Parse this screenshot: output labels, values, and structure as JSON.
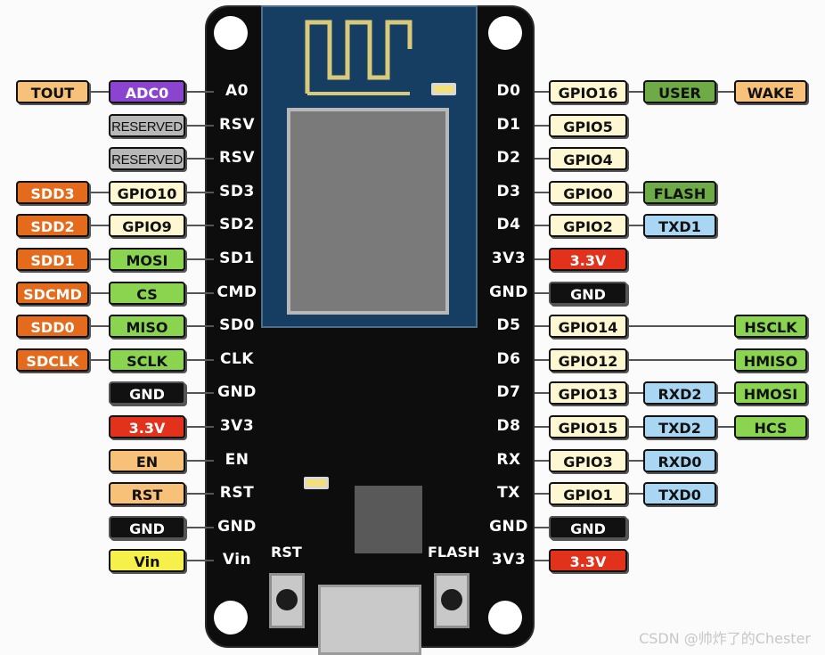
{
  "colors": {
    "board": "#0d0d0d",
    "module": "#163e62",
    "peach": "#f7c17a",
    "purple": "#8b44d0",
    "gray": "#b8b8b8",
    "orange": "#e46a1c",
    "cream": "#fdf8d2",
    "green_bright": "#8bd44f",
    "green_dark": "#6eaa45",
    "black": "#111111",
    "red": "#e2321c",
    "yellow": "#f5f04a",
    "blue_light": "#a9d6f2"
  },
  "board": {
    "rst_button_label": "RST",
    "flash_button_label": "FLASH"
  },
  "left_pins": [
    {
      "board": "A0",
      "tags": [
        {
          "text": "TOUT",
          "color": "peach"
        },
        {
          "text": "ADC0",
          "color": "purple"
        }
      ]
    },
    {
      "board": "RSV",
      "tags": [
        {
          "text": "RESERVED",
          "color": "gray"
        }
      ]
    },
    {
      "board": "RSV",
      "tags": [
        {
          "text": "RESERVED",
          "color": "gray"
        }
      ]
    },
    {
      "board": "SD3",
      "tags": [
        {
          "text": "SDD3",
          "color": "orange"
        },
        {
          "text": "GPIO10",
          "color": "cream"
        }
      ]
    },
    {
      "board": "SD2",
      "tags": [
        {
          "text": "SDD2",
          "color": "orange"
        },
        {
          "text": "GPIO9",
          "color": "cream"
        }
      ]
    },
    {
      "board": "SD1",
      "tags": [
        {
          "text": "SDD1",
          "color": "orange"
        },
        {
          "text": "MOSI",
          "color": "green_bright"
        }
      ]
    },
    {
      "board": "CMD",
      "tags": [
        {
          "text": "SDCMD",
          "color": "orange"
        },
        {
          "text": "CS",
          "color": "green_bright"
        }
      ]
    },
    {
      "board": "SD0",
      "tags": [
        {
          "text": "SDD0",
          "color": "orange"
        },
        {
          "text": "MISO",
          "color": "green_bright"
        }
      ]
    },
    {
      "board": "CLK",
      "tags": [
        {
          "text": "SDCLK",
          "color": "orange"
        },
        {
          "text": "SCLK",
          "color": "green_bright"
        }
      ]
    },
    {
      "board": "GND",
      "tags": [
        {
          "text": "GND",
          "color": "black"
        }
      ]
    },
    {
      "board": "3V3",
      "tags": [
        {
          "text": "3.3V",
          "color": "red"
        }
      ]
    },
    {
      "board": "EN",
      "tags": [
        {
          "text": "EN",
          "color": "peach"
        }
      ]
    },
    {
      "board": "RST",
      "tags": [
        {
          "text": "RST",
          "color": "peach"
        }
      ]
    },
    {
      "board": "GND",
      "tags": [
        {
          "text": "GND",
          "color": "black"
        }
      ]
    },
    {
      "board": "Vin",
      "tags": [
        {
          "text": "Vin",
          "color": "yellow"
        }
      ]
    }
  ],
  "right_pins": [
    {
      "board": "D0",
      "tags": [
        {
          "text": "GPIO16",
          "color": "cream"
        },
        {
          "text": "USER",
          "color": "green_dark"
        },
        {
          "text": "WAKE",
          "color": "peach"
        }
      ]
    },
    {
      "board": "D1",
      "tags": [
        {
          "text": "GPIO5",
          "color": "cream"
        }
      ]
    },
    {
      "board": "D2",
      "tags": [
        {
          "text": "GPIO4",
          "color": "cream"
        }
      ]
    },
    {
      "board": "D3",
      "tags": [
        {
          "text": "GPIO0",
          "color": "cream"
        },
        {
          "text": "FLASH",
          "color": "green_dark"
        }
      ]
    },
    {
      "board": "D4",
      "tags": [
        {
          "text": "GPIO2",
          "color": "cream"
        },
        {
          "text": "TXD1",
          "color": "blue_light"
        }
      ]
    },
    {
      "board": "3V3",
      "tags": [
        {
          "text": "3.3V",
          "color": "red"
        }
      ]
    },
    {
      "board": "GND",
      "tags": [
        {
          "text": "GND",
          "color": "black"
        }
      ]
    },
    {
      "board": "D5",
      "tags": [
        {
          "text": "GPIO14",
          "color": "cream"
        },
        {
          "text": "HSCLK",
          "color": "green_bright"
        }
      ]
    },
    {
      "board": "D6",
      "tags": [
        {
          "text": "GPIO12",
          "color": "cream"
        },
        {
          "text": "HMISO",
          "color": "green_bright"
        }
      ]
    },
    {
      "board": "D7",
      "tags": [
        {
          "text": "GPIO13",
          "color": "cream"
        },
        {
          "text": "RXD2",
          "color": "blue_light"
        },
        {
          "text": "HMOSI",
          "color": "green_bright"
        }
      ]
    },
    {
      "board": "D8",
      "tags": [
        {
          "text": "GPIO15",
          "color": "cream"
        },
        {
          "text": "TXD2",
          "color": "blue_light"
        },
        {
          "text": "HCS",
          "color": "green_bright"
        }
      ]
    },
    {
      "board": "RX",
      "tags": [
        {
          "text": "GPIO3",
          "color": "cream"
        },
        {
          "text": "RXD0",
          "color": "blue_light"
        }
      ]
    },
    {
      "board": "TX",
      "tags": [
        {
          "text": "GPIO1",
          "color": "cream"
        },
        {
          "text": "TXD0",
          "color": "blue_light"
        }
      ]
    },
    {
      "board": "GND",
      "tags": [
        {
          "text": "GND",
          "color": "black"
        }
      ]
    },
    {
      "board": "3V3",
      "tags": [
        {
          "text": "3.3V",
          "color": "red"
        }
      ]
    }
  ],
  "watermark": "CSDN @帅炸了的Chester"
}
